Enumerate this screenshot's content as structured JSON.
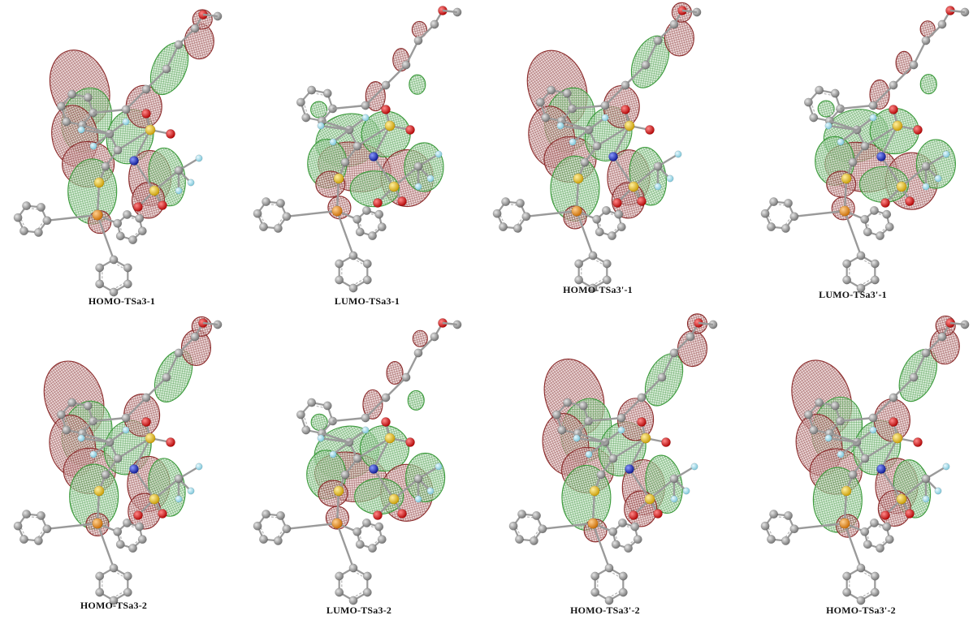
{
  "panels": [
    {
      "label": "HOMO-TSa3-1",
      "kind": "HOMO",
      "seed": 11
    },
    {
      "label": "LUMO-TSa3-1",
      "kind": "LUMO",
      "seed": 23
    },
    {
      "label": "HOMO-TSa3'-1",
      "kind": "HOMO",
      "seed": 37
    },
    {
      "label": "LUMO-TSa3'-1",
      "kind": "LUMO",
      "seed": 41
    },
    {
      "label": "HOMO-TSa3-2",
      "kind": "HOMO",
      "seed": 53
    },
    {
      "label": "LUMO-TSa3-2",
      "kind": "LUMO",
      "seed": 67
    },
    {
      "label": "HOMO-TSa3'-2",
      "kind": "HOMO",
      "seed": 79
    },
    {
      "label": "HOMO-TSa3'-2",
      "kind": "HOMO",
      "seed": 83
    }
  ],
  "colors": {
    "lobe_positive": "#3a9a3a",
    "lobe_negative": "#8b2a2a",
    "carbon": "#8c8c8c",
    "hydrogen_fluorine": "#9fdcec",
    "oxygen": "#e01010",
    "sulfur": "#f0c020",
    "nitrogen": "#1020c0",
    "phosphorus": "#f08a10",
    "bond": "#9a9a9a"
  }
}
